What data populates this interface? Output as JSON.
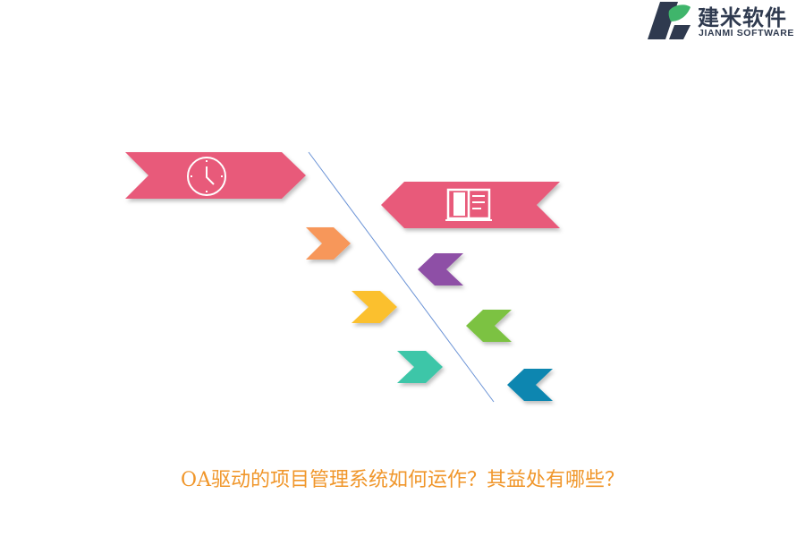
{
  "brand": {
    "name": "建米软件",
    "subtitle": "JIANMI SOFTWARE",
    "colors": {
      "dark": "#2f3a4f",
      "green": "#3fb56b"
    }
  },
  "diagram": {
    "banners": [
      {
        "icon": "clock-icon",
        "color": "#e85a7a"
      },
      {
        "icon": "book-icon",
        "color": "#e85a7a"
      }
    ],
    "chevrons": [
      {
        "direction": "right",
        "color": "#f7975a"
      },
      {
        "direction": "right",
        "color": "#fbc02d"
      },
      {
        "direction": "right",
        "color": "#3ec6a8"
      },
      {
        "direction": "left",
        "color": "#8e4fa6"
      },
      {
        "direction": "left",
        "color": "#7cc242"
      },
      {
        "direction": "left",
        "color": "#0d86b0"
      }
    ],
    "divider_color": "#6b93d6"
  },
  "caption": "OA驱动的项目管理系统如何运作？其益处有哪些？"
}
